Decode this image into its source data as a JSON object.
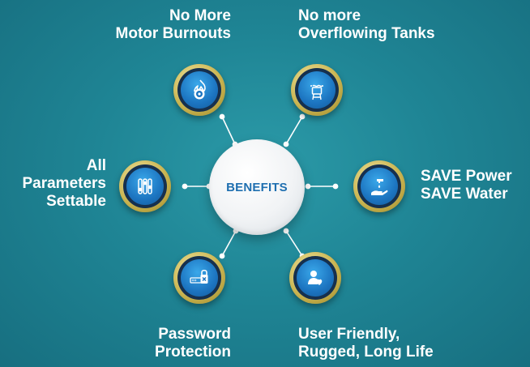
{
  "hub": {
    "label": "BENEFITS"
  },
  "benefits": [
    {
      "id": "motor",
      "lines": [
        "No More",
        "Motor Burnouts"
      ],
      "icon": "motor-flame-icon"
    },
    {
      "id": "overflow",
      "lines": [
        "No more",
        "Overflowing Tanks"
      ],
      "icon": "water-tank-icon"
    },
    {
      "id": "save",
      "lines": [
        "SAVE Power",
        "SAVE Water"
      ],
      "icon": "tap-hand-icon"
    },
    {
      "id": "friendly",
      "lines": [
        "User Friendly,",
        "Rugged, Long Life"
      ],
      "icon": "user-heart-icon"
    },
    {
      "id": "password",
      "lines": [
        "Password",
        "Protection"
      ],
      "icon": "password-lock-icon"
    },
    {
      "id": "params",
      "lines": [
        "All",
        "Parameters",
        "Settable"
      ],
      "icon": "sliders-icon"
    }
  ],
  "colors": {
    "background": "#1f8595",
    "gold": "#cbb653",
    "icon_blue": "#1c74c0",
    "hub_text": "#1f6fb0"
  }
}
